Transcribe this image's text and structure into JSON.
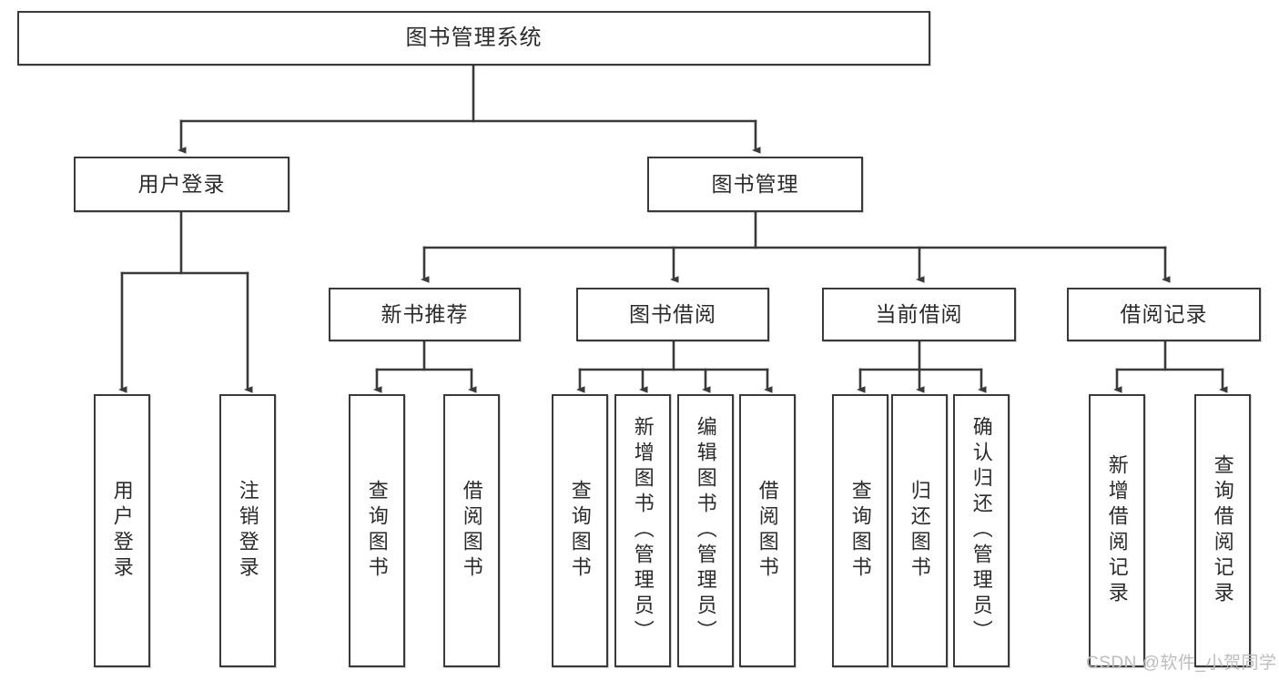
{
  "diagram": {
    "type": "tree-flowchart",
    "title": "图书管理系统",
    "colors": {
      "box_border": "#3a3a3a",
      "box_fill": "#ffffff",
      "connector": "#3a3a3a",
      "text": "#2b2b2b",
      "watermark": "#bdbdbd"
    },
    "root": {
      "label": "图书管理系统"
    },
    "level2": [
      {
        "label": "用户登录"
      },
      {
        "label": "图书管理"
      }
    ],
    "level3": [
      {
        "label": "新书推荐"
      },
      {
        "label": "图书借阅"
      },
      {
        "label": "当前借阅"
      },
      {
        "label": "借阅记录"
      }
    ],
    "leaves": {
      "user_login": [
        {
          "label": "用户登录"
        },
        {
          "label": "注销登录"
        }
      ],
      "new_book_recommend": [
        {
          "label": "查询图书"
        },
        {
          "label": "借阅图书"
        }
      ],
      "book_borrow": [
        {
          "label": "查询图书"
        },
        {
          "label": "新增图书（管理员）"
        },
        {
          "label": "编辑图书（管理员）"
        },
        {
          "label": "借阅图书"
        }
      ],
      "current_borrow": [
        {
          "label": "查询图书"
        },
        {
          "label": "归还图书"
        },
        {
          "label": "确认归还（管理员）"
        }
      ],
      "borrow_records": [
        {
          "label": "新增借阅记录"
        },
        {
          "label": "查询借阅记录"
        }
      ]
    }
  },
  "watermark": {
    "text": "CSDN @软件_小贺同学"
  }
}
